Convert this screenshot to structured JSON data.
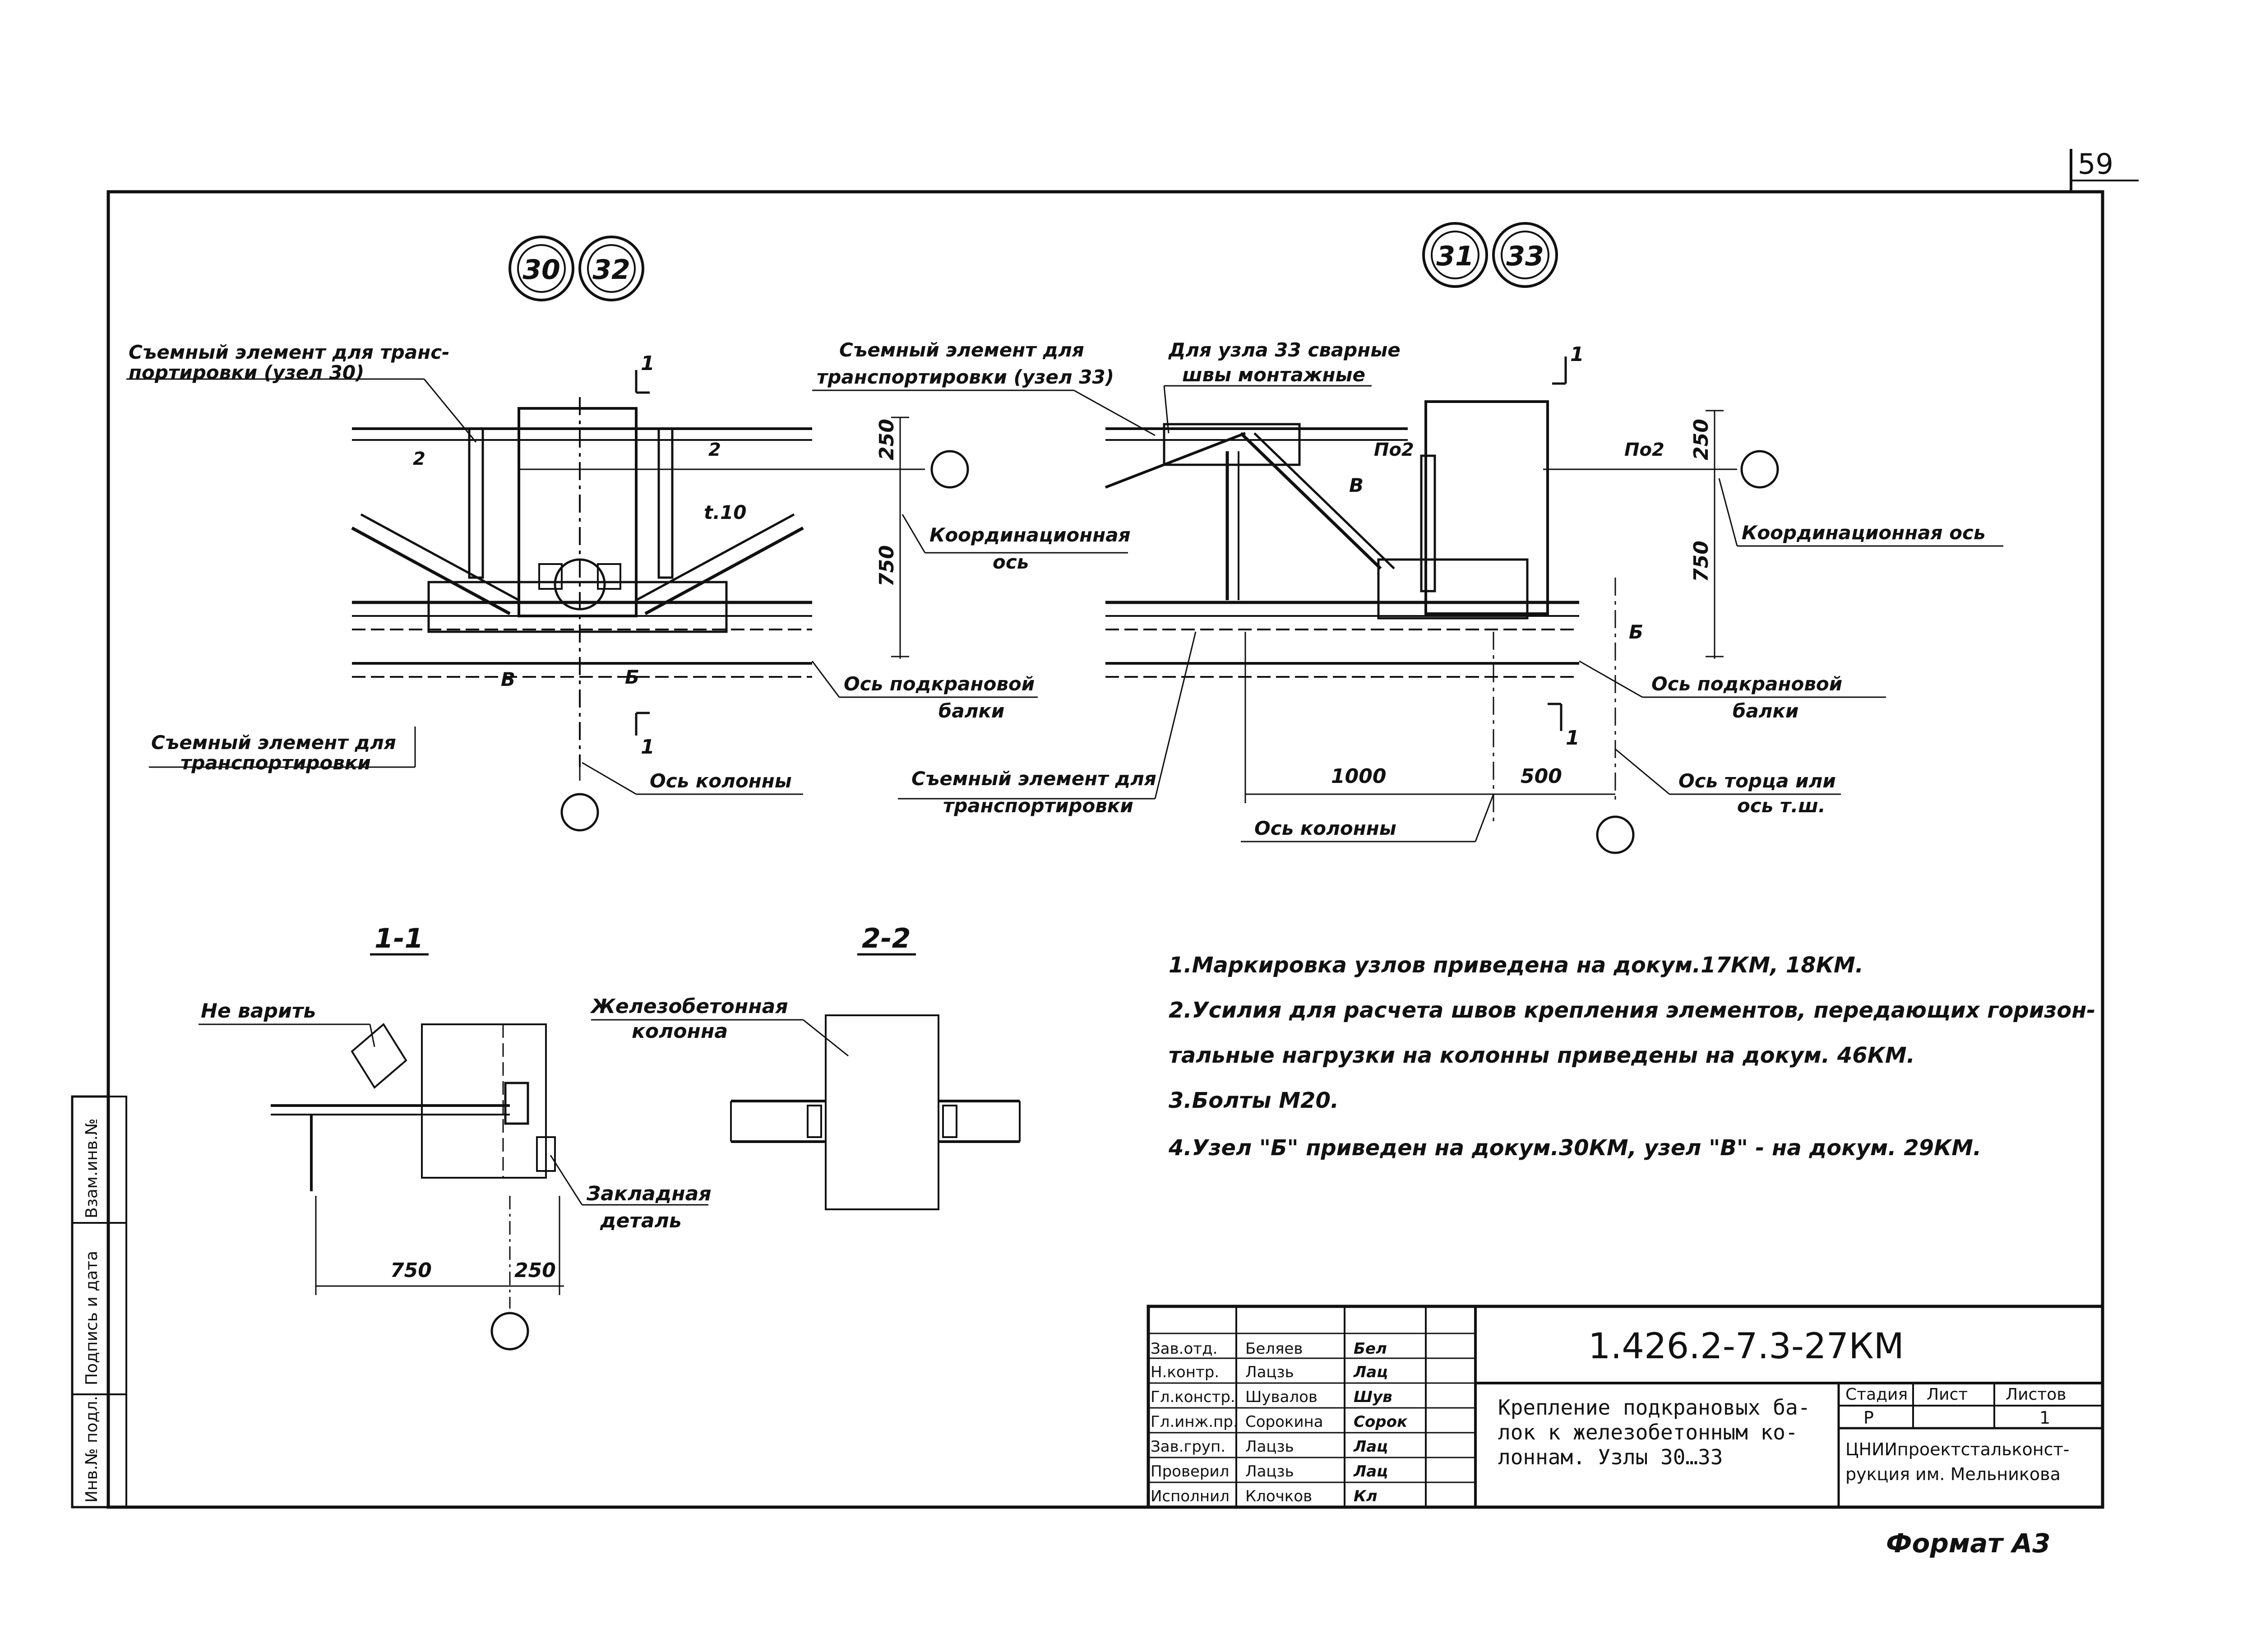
{
  "sheet_number": "59",
  "format_label": "Формат А3",
  "node_badges": {
    "left": [
      "30",
      "32"
    ],
    "right": [
      "31",
      "33"
    ]
  },
  "left_view": {
    "label_removable_top": [
      "Съемный элемент для транс-",
      "портировки (узел 30)"
    ],
    "label_removable_bottom": [
      "Съемный элемент для",
      "транспортировки"
    ],
    "coord_axis": [
      "Координационная",
      "ось"
    ],
    "crane_beam_axis": [
      "Ось подкрановой",
      "балки"
    ],
    "column_axis": "Ось колонны",
    "dim_250": "250",
    "dim_750": "750",
    "mark_t10": "t.10",
    "mark_2_left": "2",
    "mark_2_right": "2",
    "mark_B": "В",
    "mark_Б": "Б",
    "section_1_top": "1",
    "section_1_bottom": "1"
  },
  "right_view": {
    "label_removable_top": [
      "Съемный элемент для",
      "транспортировки (узел 33)"
    ],
    "label_welds": [
      "Для узла 33 сварные",
      "швы монтажные"
    ],
    "label_removable_bottom": [
      "Съемный элемент для",
      "транспортировки"
    ],
    "coord_axis": "Координационная ось",
    "crane_beam_axis": [
      "Ось подкрановой",
      "балки"
    ],
    "end_axis": [
      "Ось торца или",
      "ось т.ш."
    ],
    "column_axis": "Ось колонны",
    "dim_250": "250",
    "dim_750": "750",
    "dim_1000": "1000",
    "dim_500": "500",
    "mark_po2_left": "По2",
    "mark_po2_right": "По2",
    "mark_B": "В",
    "mark_Б": "Б",
    "section_1_top": "1",
    "section_1_bottom": "1"
  },
  "section_1": {
    "title": "1-1",
    "no_weld": "Не варить",
    "embedded_part": [
      "Закладная",
      "деталь"
    ],
    "dim_750": "750",
    "dim_250": "250"
  },
  "section_2": {
    "title": "2-2",
    "rc_column": [
      "Железобетонная",
      "колонна"
    ]
  },
  "notes": [
    "1.Маркировка узлов приведена на докум.17КМ, 18КМ.",
    "2.Усилия для расчета швов крепления элементов, передающих горизон-",
    "тальные нагрузки на колонны приведены на докум. 46КМ.",
    "3.Болты М20.",
    "4.Узел \"Б\" приведен на докум.30КМ, узел \"В\" - на докум. 29КМ."
  ],
  "side_stamp": [
    "Инв.№ подл.",
    "Подпись и дата",
    "Взам.инв.№"
  ],
  "title_block": {
    "doc_code": "1.426.2-7.3-27КМ",
    "title_lines": [
      "Крепление подкрановых ба-",
      "лок к железобетонным ко-",
      "лоннам. Узлы 30…33"
    ],
    "stage_header": "Стадия",
    "sheet_header": "Лист",
    "sheets_header": "Листов",
    "stage_value": "Р",
    "sheet_value": "",
    "sheets_value": "1",
    "org_lines": [
      "ЦНИИпроектстальконст-",
      "рукция им. Мельникова"
    ],
    "signers": [
      {
        "role": "Зав.отд.",
        "name": "Беляев",
        "sign": "Бел"
      },
      {
        "role": "Н.контр.",
        "name": "Лацзь",
        "sign": "Лац"
      },
      {
        "role": "Гл.констр.",
        "name": "Шувалов",
        "sign": "Шув"
      },
      {
        "role": "Гл.инж.пр.",
        "name": "Сорокина",
        "sign": "Сорок"
      },
      {
        "role": "Зав.груп.",
        "name": "Лацзь",
        "sign": "Лац"
      },
      {
        "role": "Проверил",
        "name": "Лацзь",
        "sign": "Лац"
      },
      {
        "role": "Исполнил",
        "name": "Клочков",
        "sign": "Кл"
      }
    ]
  }
}
